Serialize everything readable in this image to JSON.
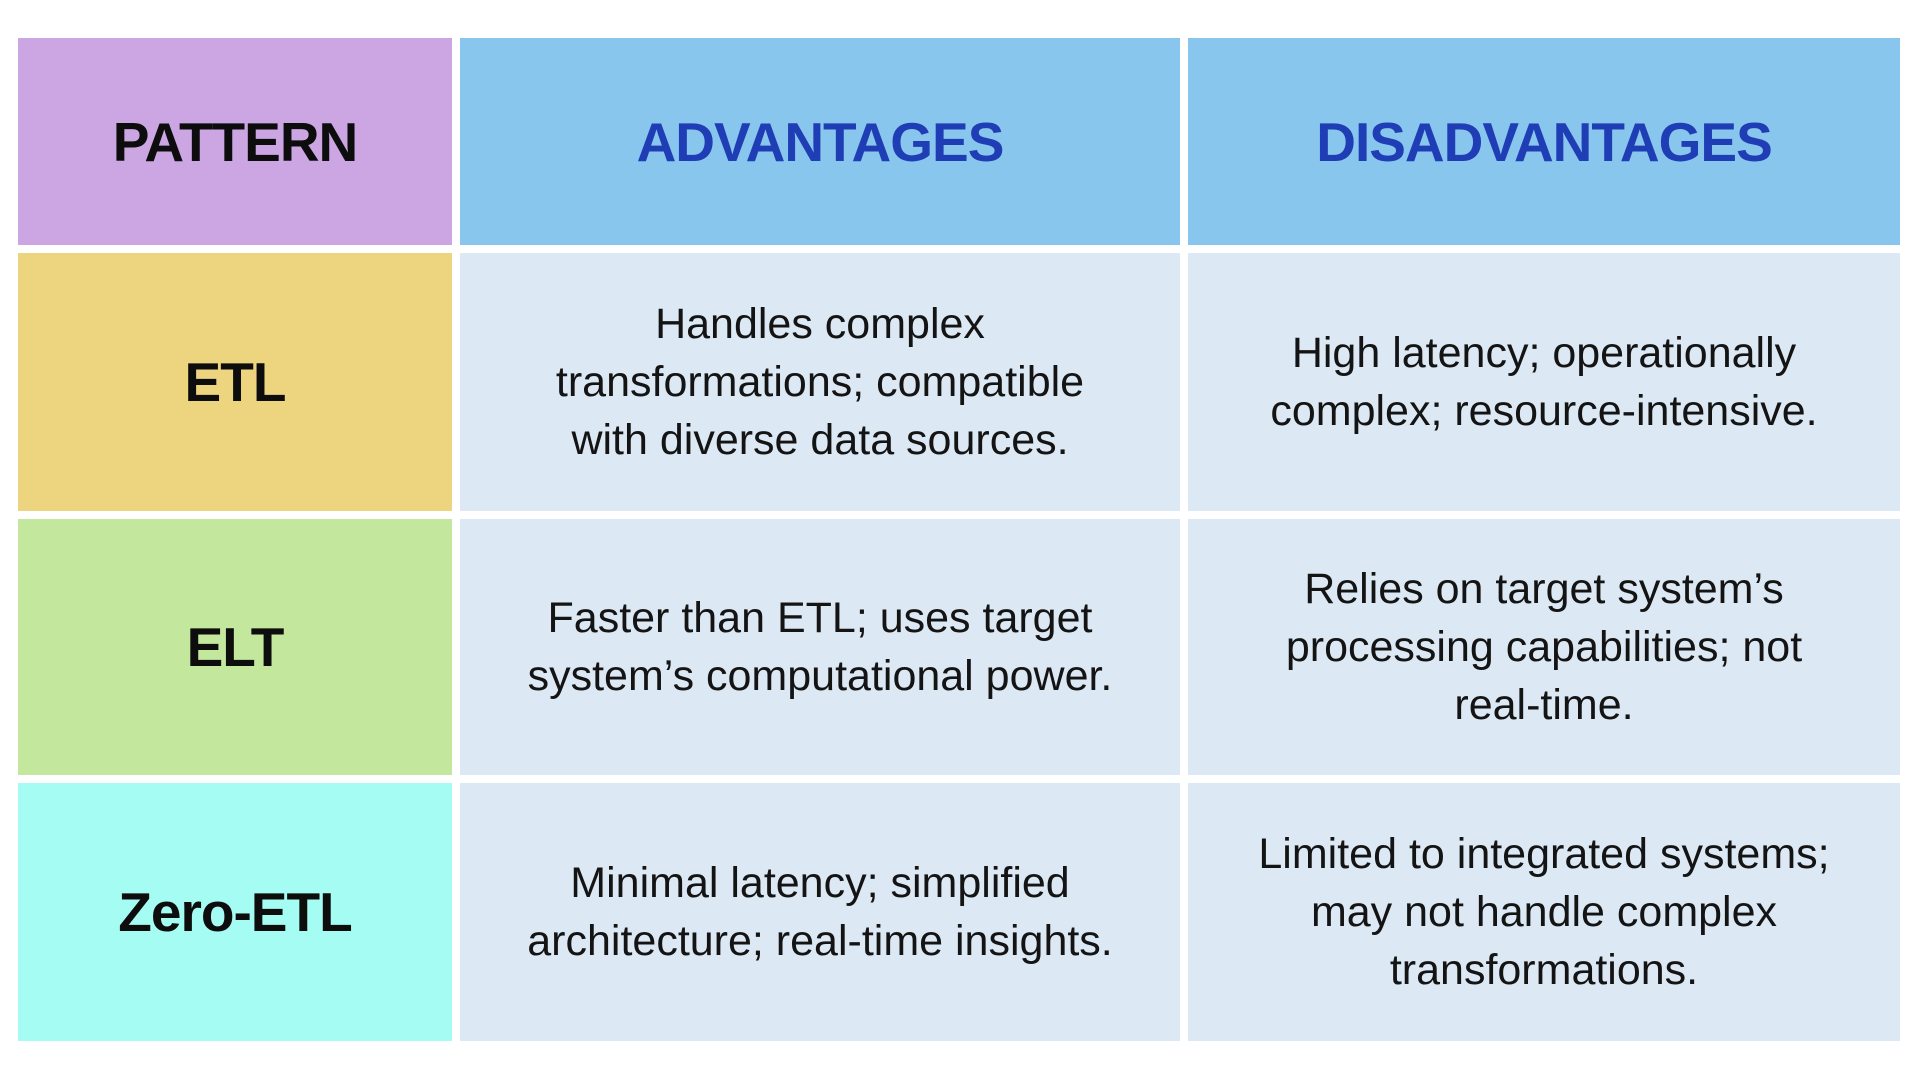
{
  "colors": {
    "page_bg": "#ffffff",
    "header_pattern_bg": "#cba6e3",
    "header_blue_bg": "#88c6ee",
    "header_pattern_text": "#0d0d0d",
    "header_blue_text": "#1f3eb5",
    "row_etl_bg": "#ecd57e",
    "row_elt_bg": "#c3e79c",
    "row_zero_etl_bg": "#a5fcf2",
    "body_cell_bg": "#dce8f3",
    "body_text": "#141414",
    "row_label_text": "#0d0d0d"
  },
  "table": {
    "headers": {
      "pattern": "PATTERN",
      "advantages": "ADVANTAGES",
      "disadvantages": "DISADVANTAGES"
    },
    "rows": [
      {
        "pattern": "ETL",
        "advantages": "Handles complex\ntransformations; compatible\nwith diverse data sources.",
        "disadvantages": "High latency; operationally\ncomplex; resource-intensive."
      },
      {
        "pattern": "ELT",
        "advantages": "Faster than ETL; uses target\nsystem’s computational power.",
        "disadvantages": "Relies on target system’s\nprocessing capabilities; not\nreal-time."
      },
      {
        "pattern": "Zero-ETL",
        "advantages": "Minimal latency; simplified\narchitecture; real-time insights.",
        "disadvantages": "Limited to integrated systems;\nmay not handle complex\ntransformations."
      }
    ]
  },
  "chart_data": {
    "type": "table",
    "columns": [
      "PATTERN",
      "ADVANTAGES",
      "DISADVANTAGES"
    ],
    "rows": [
      [
        "ETL",
        "Handles complex transformations; compatible with diverse data sources.",
        "High latency; operationally complex; resource-intensive."
      ],
      [
        "ELT",
        "Faster than ETL; uses target system’s computational power.",
        "Relies on target system’s processing capabilities; not real-time."
      ],
      [
        "Zero-ETL",
        "Minimal latency; simplified architecture; real-time insights.",
        "Limited to integrated systems; may not handle complex transformations."
      ]
    ]
  }
}
